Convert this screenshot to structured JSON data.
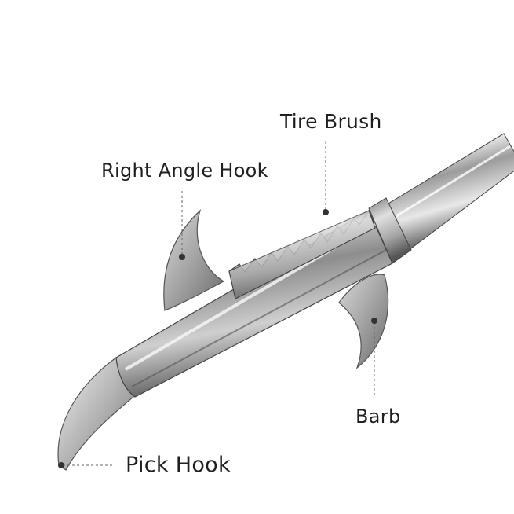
{
  "labels": {
    "tire_brush": "Tire Brush",
    "right_angle_hook": "Right Angle Hook",
    "barb": "Barb",
    "pick_hook": "Pick Hook"
  },
  "colors": {
    "background": "#ffffff",
    "text": "#1f1f1f",
    "leader_line": "#666666",
    "marker_dot": "#333333",
    "metal_dark": "#4a4a4a",
    "metal_light": "#f4f4f4"
  }
}
